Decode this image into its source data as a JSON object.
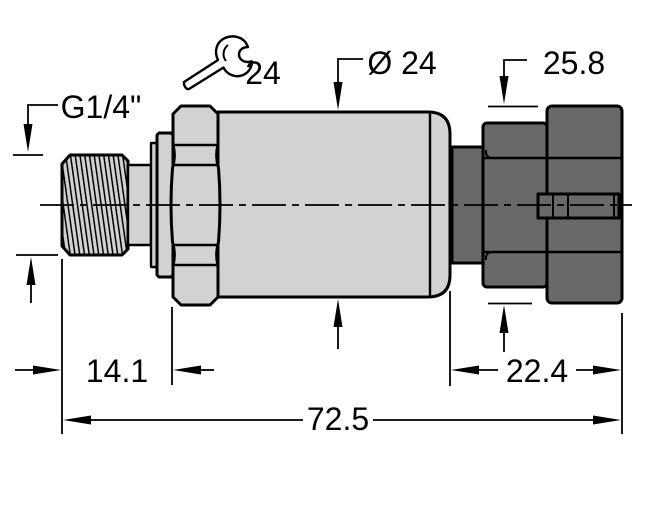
{
  "labels": {
    "thread_size": "G1/4\"",
    "wrench_size": "24",
    "body_diameter": "Ø 24",
    "connector_width": "25.8",
    "thread_length": "14.1",
    "connector_length": "22.4",
    "overall_length": "72.5"
  },
  "icons": {
    "wrench_icon": "open-end-wrench"
  },
  "colors": {
    "body_fill": "#d2d2d2",
    "connector_fill": "#696969",
    "outline": "#000000",
    "background": "#ffffff"
  }
}
